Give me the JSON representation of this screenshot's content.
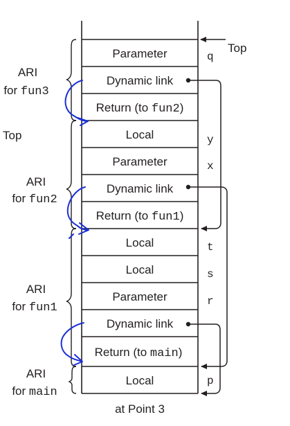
{
  "caption": "at Point 3",
  "top_label_right": "Top",
  "top_label_left": "Top",
  "stack_cells": [
    {
      "label": "Parameter",
      "var": "q"
    },
    {
      "label": "Dynamic link",
      "var": ""
    },
    {
      "label": "Return (to ",
      "code": "fun2",
      "suffix": ")",
      "var": ""
    },
    {
      "label": "Local",
      "var": "y"
    },
    {
      "label": "Parameter",
      "var": "x"
    },
    {
      "label": "Dynamic link",
      "var": ""
    },
    {
      "label": "Return (to ",
      "code": "fun1",
      "suffix": ")",
      "var": ""
    },
    {
      "label": "Local",
      "var": "t"
    },
    {
      "label": "Local",
      "var": "s"
    },
    {
      "label": "Parameter",
      "var": "r"
    },
    {
      "label": "Dynamic link",
      "var": ""
    },
    {
      "label": "Return (to ",
      "code": "main",
      "suffix": ")",
      "var": ""
    },
    {
      "label": "Local",
      "var": "p"
    }
  ],
  "ari_groups": [
    {
      "line1": "ARI",
      "line2_prefix": "for ",
      "line2_code": "fun3"
    },
    {
      "line1": "ARI",
      "line2_prefix": "for ",
      "line2_code": "fun2"
    },
    {
      "line1": "ARI",
      "line2_prefix": "for ",
      "line2_code": "fun1"
    },
    {
      "line1": "ARI",
      "line2_prefix": "for ",
      "line2_code": "main"
    }
  ],
  "colors": {
    "ink": "#231f20",
    "handwriting": "#1a2fd6"
  }
}
